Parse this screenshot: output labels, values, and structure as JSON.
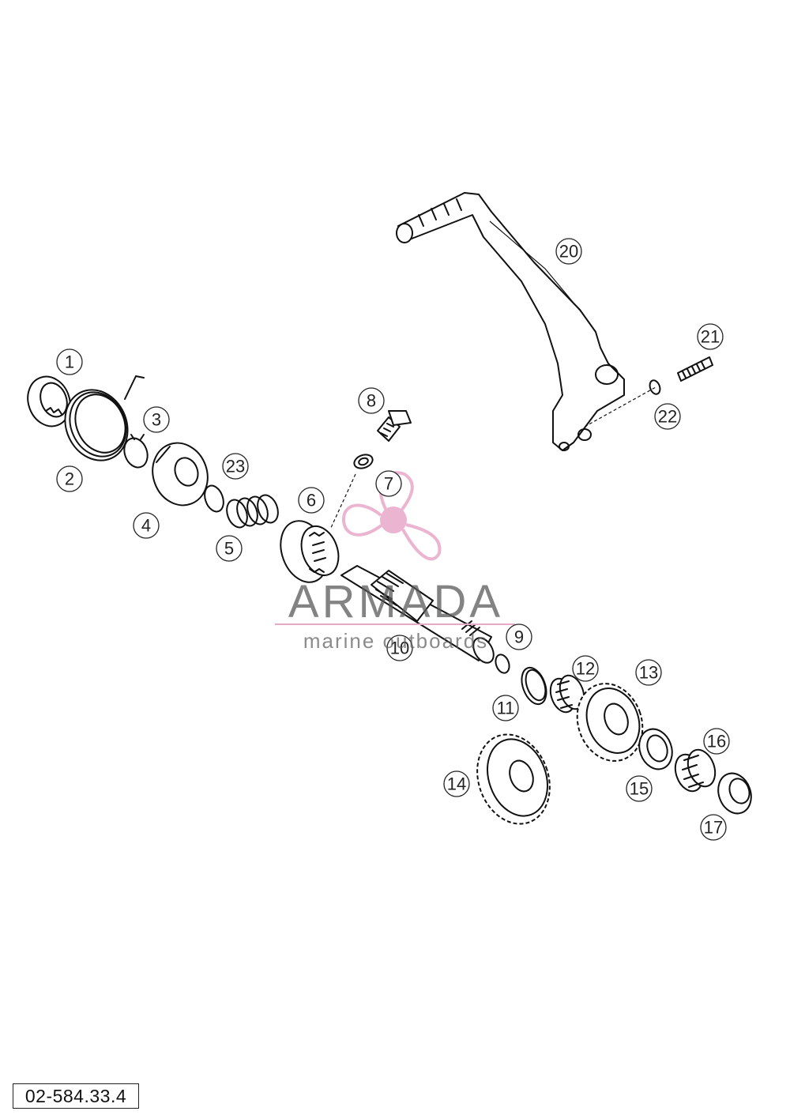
{
  "diagram": {
    "reference_code": "02-584.33.4",
    "parts": [
      {
        "number": "1"
      },
      {
        "number": "2"
      },
      {
        "number": "3"
      },
      {
        "number": "4"
      },
      {
        "number": "5"
      },
      {
        "number": "6"
      },
      {
        "number": "7"
      },
      {
        "number": "8"
      },
      {
        "number": "9"
      },
      {
        "number": "10"
      },
      {
        "number": "11"
      },
      {
        "number": "12"
      },
      {
        "number": "13"
      },
      {
        "number": "14"
      },
      {
        "number": "15"
      },
      {
        "number": "16"
      },
      {
        "number": "17"
      },
      {
        "number": "20"
      },
      {
        "number": "21"
      },
      {
        "number": "22"
      },
      {
        "number": "23"
      }
    ]
  },
  "watermark": {
    "name": "ARMADA",
    "subtitle": "marine outboards",
    "color": "#e8a8c8"
  }
}
